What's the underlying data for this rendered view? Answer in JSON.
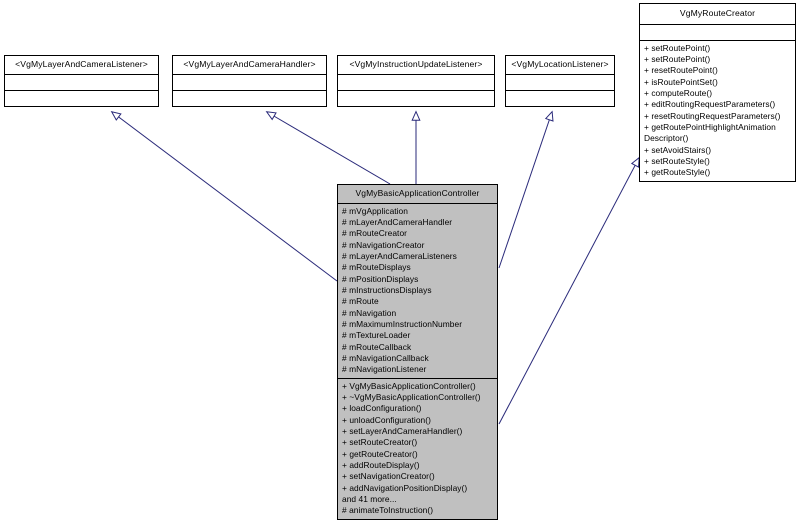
{
  "diagram": {
    "type": "uml-class-diagram",
    "background_color": "#ffffff",
    "edge_color": "#2a2a7a",
    "class_fill_color": "#c0c0c0",
    "interface_fill_color": "#ffffff"
  },
  "classes": {
    "layer_camera_listener": {
      "name": "<VgMyLayerAndCameraListener>",
      "attributes": [],
      "operations": []
    },
    "layer_camera_handler": {
      "name": "<VgMyLayerAndCameraHandler>",
      "attributes": [],
      "operations": []
    },
    "instruction_update_listener": {
      "name": "<VgMyInstructionUpdateListener>",
      "attributes": [],
      "operations": []
    },
    "location_listener": {
      "name": "<VgMyLocationListener>",
      "attributes": [],
      "operations": []
    },
    "route_creator": {
      "name": "VgMyRouteCreator",
      "attributes": [],
      "operations": [
        "+ setRoutePoint()",
        "+ setRoutePoint()",
        "+ resetRoutePoint()",
        "+ isRoutePointSet()",
        "+ computeRoute()",
        "+ editRoutingRequestParameters()",
        "+ resetRoutingRequestParameters()",
        "+ getRoutePointHighlightAnimation Descriptor()",
        "+ setAvoidStairs()",
        "+ setRouteStyle()",
        "+ getRouteStyle()"
      ]
    },
    "main_controller": {
      "name": "VgMyBasicApplicationController",
      "attributes": [
        "# mVgApplication",
        "# mLayerAndCameraHandler",
        "# mRouteCreator",
        "# mNavigationCreator",
        "# mLayerAndCameraListeners",
        "# mRouteDisplays",
        "# mPositionDisplays",
        "# mInstructionsDisplays",
        "# mRoute",
        "# mNavigation",
        "# mMaximumInstructionNumber",
        "# mTextureLoader",
        "# mRouteCallback",
        "# mNavigationCallback",
        "# mNavigationListener"
      ],
      "operations": [
        "+ VgMyBasicApplicationController()",
        "+ ~VgMyBasicApplicationController()",
        "+ loadConfiguration()",
        "+ unloadConfiguration()",
        "+ setLayerAndCameraHandler()",
        "+ setRouteCreator()",
        "+ getRouteCreator()",
        "+ addRouteDisplay()",
        "+ setNavigationCreator()",
        "+ addNavigationPositionDisplay()",
        "and 41 more...",
        "# animateToInstruction()"
      ]
    }
  },
  "relationships": [
    {
      "from": "main_controller",
      "to": "layer_camera_listener",
      "kind": "realization"
    },
    {
      "from": "main_controller",
      "to": "layer_camera_handler",
      "kind": "realization"
    },
    {
      "from": "main_controller",
      "to": "instruction_update_listener",
      "kind": "realization"
    },
    {
      "from": "main_controller",
      "to": "location_listener",
      "kind": "realization"
    },
    {
      "from": "main_controller",
      "to": "route_creator",
      "kind": "realization"
    }
  ]
}
